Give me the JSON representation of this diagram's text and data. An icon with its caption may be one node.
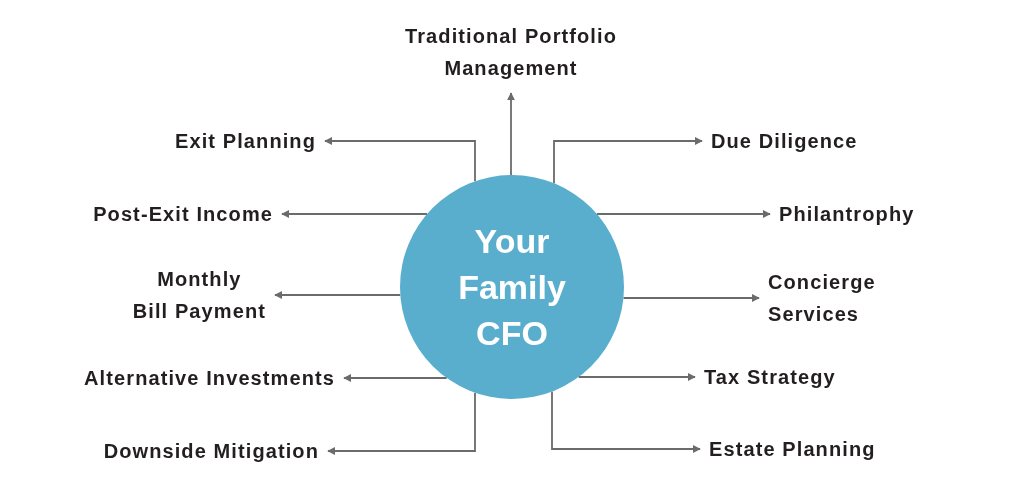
{
  "diagram": {
    "nodes": [
      {
        "text": [
          "Traditional Portfolio Management"
        ]
      },
      {
        "text": [
          "Exit Planning"
        ]
      },
      {
        "text": [
          "Due Diligence"
        ]
      },
      {
        "text": [
          "Post-Exit Income"
        ]
      },
      {
        "text": [
          "Your Family CFO"
        ]
      },
      {
        "text": [
          "Philantrophy"
        ]
      },
      {
        "text": [
          "Monthly Bill Payment"
        ]
      },
      {
        "text": [
          "Concierge Services"
        ]
      },
      {
        "text": [
          "Alternative Investments"
        ]
      },
      {
        "text": [
          "Tax Strategy"
        ]
      },
      {
        "text": [
          "Downside Mitigation"
        ]
      },
      {
        "text": [
          "Estate Planning"
        ]
      }
    ],
    "edges": [
      {
        "from": 4,
        "to": 0,
        "arrow": "to"
      },
      {
        "from": 4,
        "to": 1,
        "arrow": "to"
      },
      {
        "from": 4,
        "to": 2,
        "arrow": "to"
      },
      {
        "from": 4,
        "to": 3,
        "arrow": "to"
      },
      {
        "from": 4,
        "to": 5,
        "arrow": "to"
      },
      {
        "from": 4,
        "to": 6,
        "arrow": "to"
      },
      {
        "from": 4,
        "to": 7,
        "arrow": "to"
      },
      {
        "from": 4,
        "to": 8,
        "arrow": "to"
      },
      {
        "from": 4,
        "to": 9,
        "arrow": "to"
      },
      {
        "from": 4,
        "to": 10,
        "arrow": "to"
      },
      {
        "from": 4,
        "to": 11,
        "arrow": "to"
      }
    ]
  }
}
